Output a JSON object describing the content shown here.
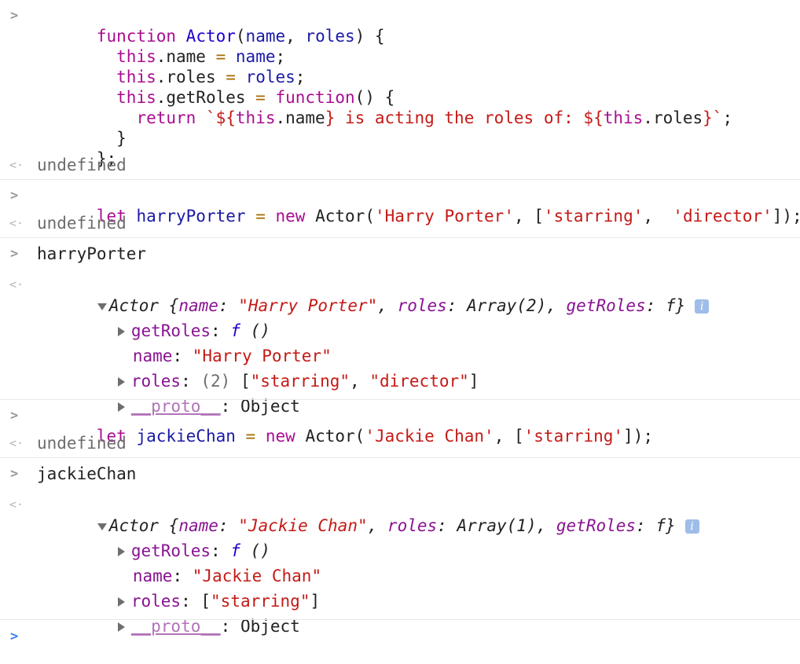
{
  "code_block_1": {
    "lines": [
      [
        "function",
        " ",
        "Actor",
        "(",
        "name",
        ", ",
        "roles",
        ") {"
      ],
      [
        "  ",
        "this",
        ".name ",
        "=",
        " ",
        "name",
        ";"
      ],
      [
        "  ",
        "this",
        ".roles ",
        "=",
        " ",
        "roles",
        ";"
      ],
      [
        "  ",
        "this",
        ".getRoles ",
        "=",
        " ",
        "function",
        "() {"
      ],
      [
        "    ",
        "return",
        " ",
        "`${",
        "this",
        ".name",
        "} is acting the roles of: ",
        "${",
        "this",
        ".roles",
        "}`",
        ";"
      ],
      [
        "  }"
      ],
      [
        "};"
      ]
    ]
  },
  "result_1": "undefined",
  "command_2": {
    "keyword": "let",
    "varname": "harryPorter",
    "eq": "=",
    "new": "new",
    "ctor": "Actor",
    "args_open": "(",
    "arg1": "'Harry Porter'",
    "comma1": ", [",
    "arg2": "'starring'",
    "comma2": ",  ",
    "arg3": "'director'",
    "close": "]);"
  },
  "result_2": "undefined",
  "command_3": "harryPorter",
  "object_harry": {
    "summary": {
      "ctor": "Actor",
      "open": " {",
      "k1": "name",
      "colon1": ": ",
      "v1": "\"Harry Porter\"",
      "sep1": ", ",
      "k2": "roles",
      "colon2": ": ",
      "v2": "Array(2)",
      "sep2": ", ",
      "k3": "getRoles",
      "colon3": ": ",
      "v3": "f",
      "close": "}"
    },
    "info_icon": "i",
    "props": {
      "getRoles_key": "getRoles",
      "getRoles_val_f": "f",
      "getRoles_val_rest": " ()",
      "name_key": "name",
      "name_val": "\"Harry Porter\"",
      "roles_key": "roles",
      "roles_len": "(2)",
      "roles_open": " [",
      "roles_v1": "\"starring\"",
      "roles_sep": ", ",
      "roles_v2": "\"director\"",
      "roles_close": "]",
      "proto_key": "__proto__",
      "proto_val": "Object"
    }
  },
  "command_4": {
    "keyword": "let",
    "varname": "jackieChan",
    "eq": "=",
    "new": "new",
    "ctor": "Actor",
    "args_open": "(",
    "arg1": "'Jackie Chan'",
    "comma1": ", [",
    "arg2": "'starring'",
    "close": "]);"
  },
  "result_4": "undefined",
  "command_5": "jackieChan",
  "object_jackie": {
    "summary": {
      "ctor": "Actor",
      "open": " {",
      "k1": "name",
      "colon1": ": ",
      "v1": "\"Jackie Chan\"",
      "sep1": ", ",
      "k2": "roles",
      "colon2": ": ",
      "v2": "Array(1)",
      "sep2": ", ",
      "k3": "getRoles",
      "colon3": ": ",
      "v3": "f",
      "close": "}"
    },
    "info_icon": "i",
    "props": {
      "getRoles_key": "getRoles",
      "getRoles_val_f": "f",
      "getRoles_val_rest": " ()",
      "name_key": "name",
      "name_val": "\"Jackie Chan\"",
      "roles_key": "roles",
      "roles_open": "[",
      "roles_v1": "\"starring\"",
      "roles_close": "]",
      "proto_key": "__proto__",
      "proto_val": "Object"
    }
  },
  "prompt_glyph": ">",
  "return_glyph": "<·",
  "colors": {
    "keyword": "#aa0d91",
    "string": "#c41a16",
    "identifier": "#1a1aa6",
    "property": "#881391",
    "prompt_active": "#3b7ff5",
    "info_badge": "#9fbde9"
  }
}
